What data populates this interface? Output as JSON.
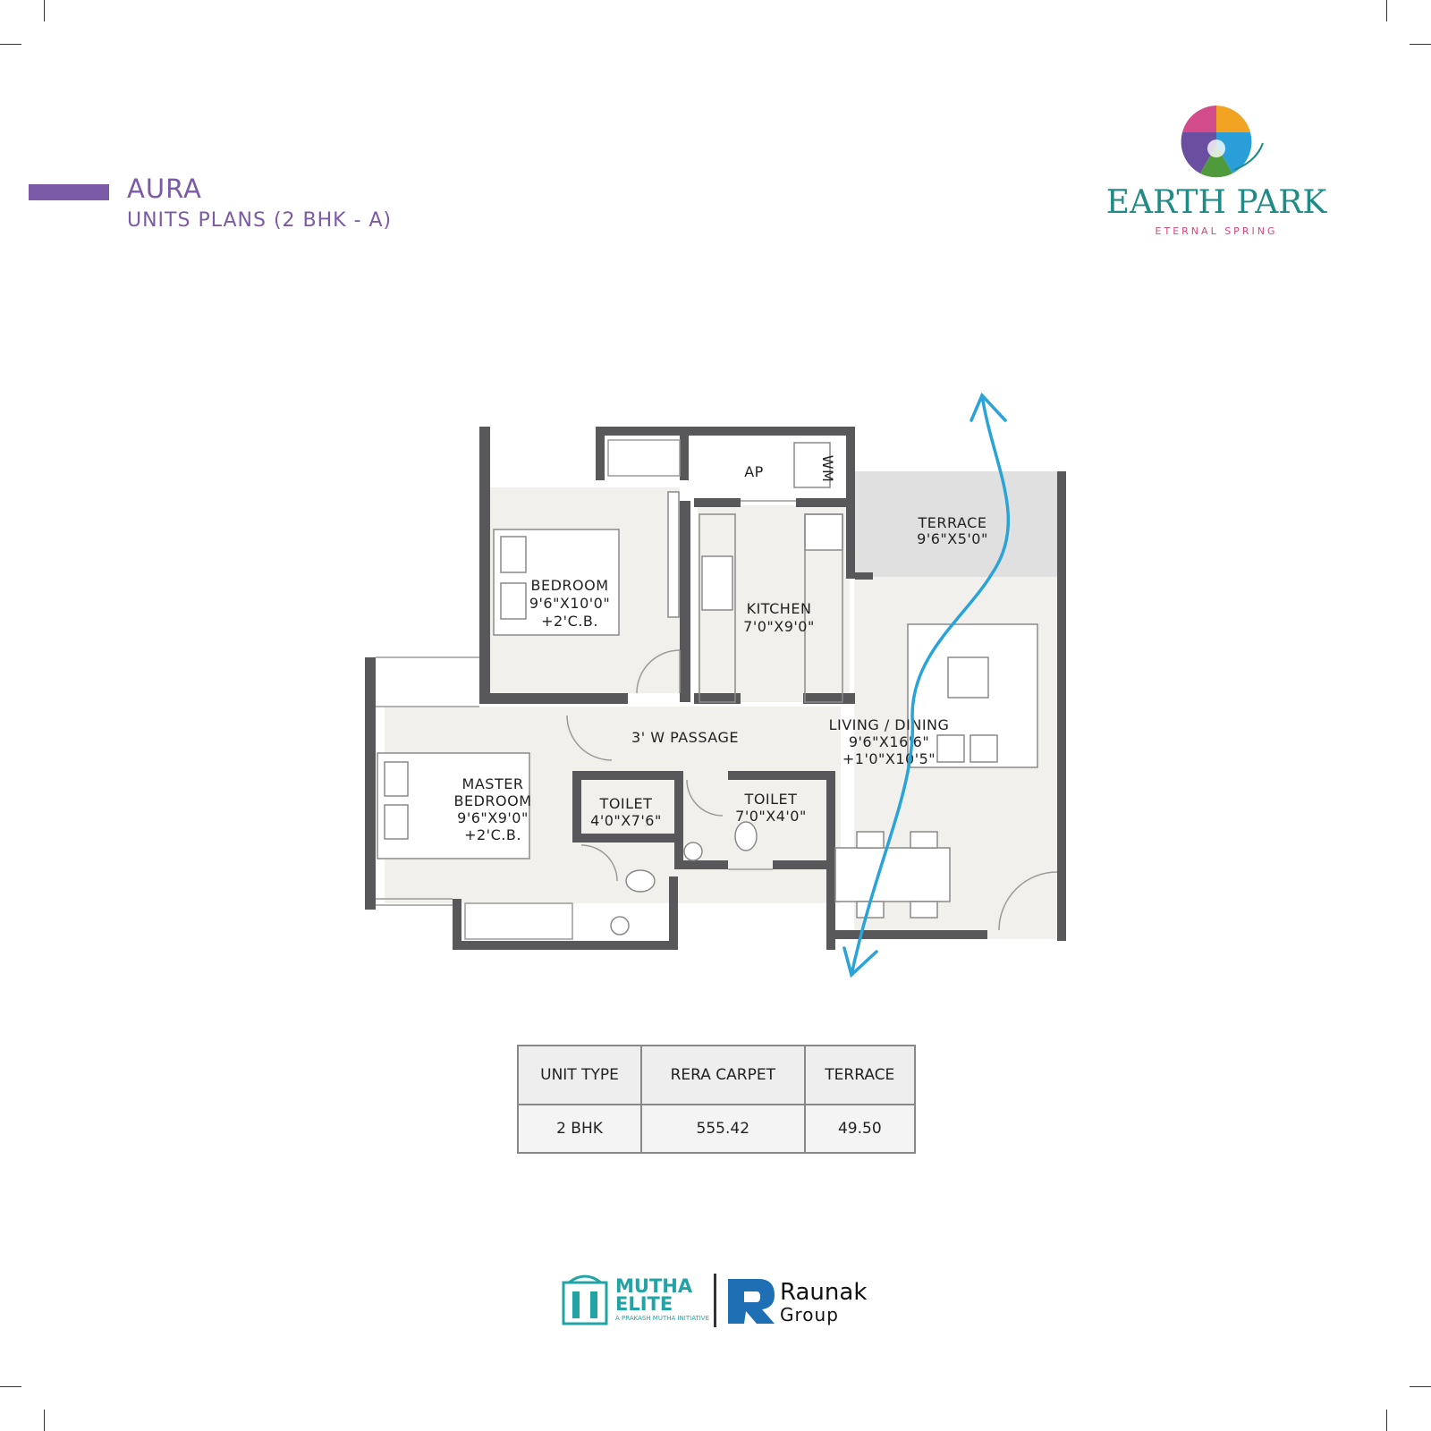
{
  "header": {
    "title": "AURA",
    "subtitle": "UNITS PLANS (2 BHK - A)"
  },
  "brand": {
    "name": "EARTH PARK",
    "tagline": "ETERNAL SPRING",
    "primary_color": "#1f8a86",
    "accent_color": "#7b5aa8",
    "tagline_color": "#d8457c"
  },
  "plan": {
    "rooms": [
      {
        "name": "BEDROOM",
        "size": "9'6\"X10'0\"",
        "extra": "+2'C.B."
      },
      {
        "name": "MASTER",
        "name2": "BEDROOM",
        "size": "9'6\"X9'0\"",
        "extra": "+2'C.B."
      },
      {
        "name": "KITCHEN",
        "size": "7'0\"X9'0\""
      },
      {
        "name": "TERRACE",
        "size": "9'6\"X5'0\""
      },
      {
        "name": "LIVING / DINING",
        "size": "9'6\"X16'6\"",
        "extra": "+1'0\"X10'5\""
      },
      {
        "name": "TOILET",
        "size": "4'0\"X7'6\""
      },
      {
        "name": "TOILET",
        "size": "7'0\"X4'0\""
      }
    ],
    "ap_label": "AP",
    "wm_label": "WM",
    "passage_label": "3' W PASSAGE",
    "path_color": "#29a3d8"
  },
  "area_table": {
    "headers": [
      "UNIT TYPE",
      "RERA CARPET",
      "TERRACE"
    ],
    "row": [
      "2 BHK",
      "555.42",
      "49.50"
    ]
  },
  "footer": {
    "mutha_line1": "MUTHA",
    "mutha_line2": "ELITE",
    "mutha_sub": "A PRAKASH MUTHA INITIATIVE",
    "raunak_line1": "Raunak",
    "raunak_line2": "Group"
  }
}
